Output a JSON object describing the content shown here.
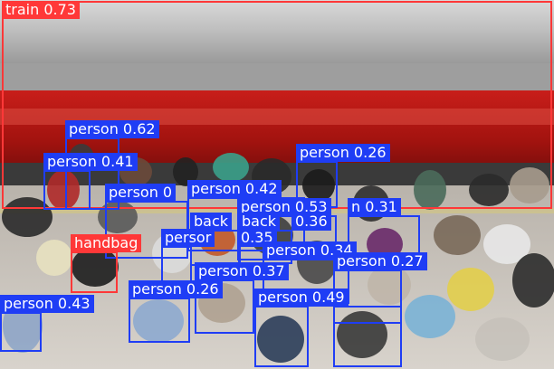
{
  "image": {
    "description_free": true,
    "colors": {
      "train": "#ff3838",
      "person": "#1f3df5",
      "handbag": "#ff3838",
      "backpack": "#1f3df5"
    }
  },
  "detections": [
    {
      "label": "train 0.73",
      "class": "train",
      "color": "#ff3838"
    },
    {
      "label": "person 0.62",
      "class": "person",
      "color": "#1f3df5"
    },
    {
      "label": "person 0.41",
      "class": "person",
      "color": "#1f3df5"
    },
    {
      "label": "person 0.26",
      "class": "person",
      "color": "#1f3df5"
    },
    {
      "label": "person 0",
      "class": "person",
      "color": "#1f3df5"
    },
    {
      "label": "person 0.42",
      "class": "person",
      "color": "#1f3df5"
    },
    {
      "label": "person 0.53",
      "class": "person",
      "color": "#1f3df5"
    },
    {
      "label": "n 0.31",
      "class": "person",
      "color": "#1f3df5"
    },
    {
      "label": "back",
      "class": "backpack",
      "color": "#1f3df5"
    },
    {
      "label": "back",
      "class": "backpack",
      "color": "#1f3df5"
    },
    {
      "label": "0.36",
      "class": "person",
      "color": "#1f3df5"
    },
    {
      "label": "handbag",
      "class": "handbag",
      "color": "#ff3838"
    },
    {
      "label": "persor",
      "class": "person",
      "color": "#1f3df5"
    },
    {
      "label": "0.35",
      "class": "person",
      "color": "#1f3df5"
    },
    {
      "label": "person 0.34",
      "class": "person",
      "color": "#1f3df5"
    },
    {
      "label": "person 0.37",
      "class": "person",
      "color": "#1f3df5"
    },
    {
      "label": "person 0.27",
      "class": "person",
      "color": "#1f3df5"
    },
    {
      "label": "person 0.43",
      "class": "person",
      "color": "#1f3df5"
    },
    {
      "label": "person 0.26",
      "class": "person",
      "color": "#1f3df5"
    },
    {
      "label": "person 0.49",
      "class": "person",
      "color": "#1f3df5"
    }
  ]
}
